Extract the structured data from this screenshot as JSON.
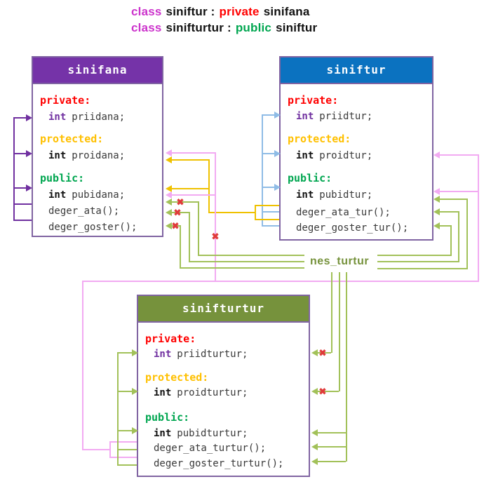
{
  "title": {
    "lines": [
      {
        "parts": [
          {
            "t": "class",
            "c": "magenta"
          },
          {
            "t": "siniftur :",
            "c": "black"
          },
          {
            "t": "private",
            "c": "red"
          },
          {
            "t": "sinifana",
            "c": "black"
          }
        ]
      },
      {
        "parts": [
          {
            "t": "class",
            "c": "magenta"
          },
          {
            "t": "sinifturtur :",
            "c": "black"
          },
          {
            "t": "public",
            "c": "green"
          },
          {
            "t": "siniftur",
            "c": "black"
          }
        ]
      }
    ]
  },
  "boxes": [
    {
      "title": "sinifana",
      "rows": [
        {
          "label": "private:"
        },
        {
          "kw": "int",
          "name": "priidana;"
        },
        {
          "label": "protected:"
        },
        {
          "kw": "int",
          "name": "proidana;"
        },
        {
          "label": "public:"
        },
        {
          "kw": "int",
          "name": "pubidana;"
        },
        {
          "name": "deger_ata();"
        },
        {
          "name": "deger_goster();"
        }
      ]
    },
    {
      "title": "siniftur",
      "rows": [
        {
          "label": "private:"
        },
        {
          "kw": "int",
          "name": "priidtur;"
        },
        {
          "label": "protected:"
        },
        {
          "kw": "int",
          "name": "proidtur;"
        },
        {
          "label": "public:"
        },
        {
          "kw": "int",
          "name": "pubidtur;"
        },
        {
          "name": "deger_ata_tur();"
        },
        {
          "name": "deger_goster_tur();"
        }
      ]
    },
    {
      "title": "sinifturtur",
      "rows": [
        {
          "label": "private:"
        },
        {
          "kw": "int",
          "name": "priidturtur;"
        },
        {
          "label": "protected:"
        },
        {
          "kw": "int",
          "name": "proidturtur;"
        },
        {
          "label": "public:"
        },
        {
          "kw": "int",
          "name": "pubidturtur;"
        },
        {
          "name": "deger_ata_turtur();"
        },
        {
          "name": "deger_goster_turtur();"
        }
      ]
    }
  ],
  "object_label": "nes_turtur",
  "blocked_marker": "✖",
  "colors": {
    "header_sinifana": "#7533A8",
    "header_siniftur": "#0B72C0",
    "header_sinifturtur": "#76923C",
    "box_border": "#8064A2",
    "purple_bus": "#7030A0",
    "blue_bus": "#8FBCE6",
    "yellow_bus": "#EFC100",
    "pink_bus": "#F2AAF2",
    "green_bus": "#A2C159",
    "blocked_x": "#E03A3A",
    "object_label_color": "#76923C"
  }
}
